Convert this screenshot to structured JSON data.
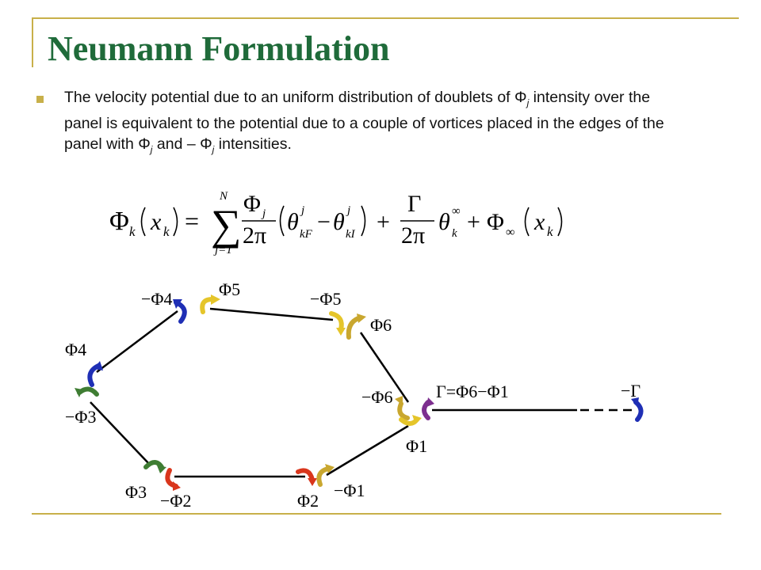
{
  "slide": {
    "title": "Neumann Formulation",
    "text": {
      "part1": "The velocity potential due to an uniform distribution of doublets of Φ",
      "sub1": "j",
      "part2": " intensity over the panel is equivalent to the potential due to a couple of vortices placed in the edges of the panel with Φ",
      "sub2": "j",
      "part3": " and – Φ",
      "sub3": "j",
      "part4": " intensities."
    }
  },
  "equation": {
    "lhs": "Φ",
    "lhs_sub": "k",
    "x": "x",
    "x_sub": "k",
    "sum_upper": "N",
    "sum_lower": "j=1",
    "num1": "Φ",
    "num1_sub": "j",
    "den": "2π",
    "theta": "θ",
    "sup_j": "j",
    "sub_kF": "kF",
    "sub_kI": "kI",
    "gamma": "Γ",
    "sup_inf": "∞",
    "sub_k": "k",
    "phi_inf": "Φ",
    "inf": "∞",
    "eq": "=",
    "plus": "+",
    "minus": "−"
  },
  "diagram": {
    "labels": {
      "l_m_phi4": "−Φ4",
      "l_phi5": "Φ5",
      "l_m_phi5": "−Φ5",
      "l_phi6": "Φ6",
      "l_phi4": "Φ4",
      "l_m_phi3": "−Φ3",
      "l_m_phi6": "−Φ6",
      "l_gamma_eq": "Γ=Φ6−Φ1",
      "l_m_gamma": "−Γ",
      "l_phi1": "Φ1",
      "l_phi3": "Φ3",
      "l_m_phi2": "−Φ2",
      "l_phi2": "Φ2",
      "l_m_phi1": "−Φ1"
    },
    "colors": {
      "blue": "#1f2fb5",
      "yellow": "#e5c52a",
      "olive": "#c9a72f",
      "green": "#3f7d33",
      "red": "#d9361c",
      "purple": "#7d2f8f",
      "frame": "#c8b04a",
      "title": "#1f6b3a"
    }
  }
}
